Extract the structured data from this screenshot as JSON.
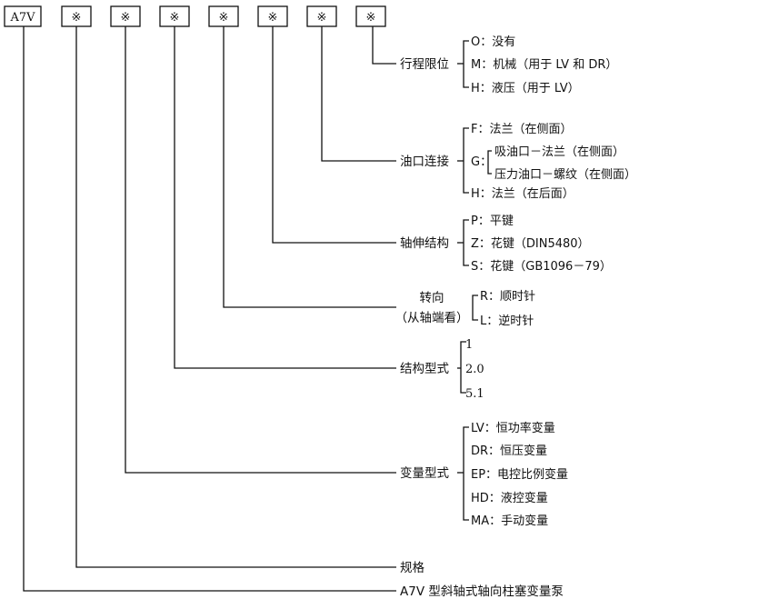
{
  "header": {
    "model_code": "A7V",
    "placeholders": [
      "※",
      "※",
      "※",
      "※",
      "※",
      "※",
      "※"
    ]
  },
  "categories": {
    "stroke_limit": {
      "label": "行程限位",
      "options": [
        "O：没有",
        "M：机械（用于 LV 和 DR）",
        "H：液压（用于 LV）"
      ]
    },
    "oil_port": {
      "label": "油口连接",
      "options": [
        "F：法兰（在侧面）",
        "G：",
        "吸油口－法兰（在侧面）",
        "压力油口－螺纹（在侧面）",
        "H：法兰（在后面）"
      ]
    },
    "shaft_end": {
      "label": "轴伸结构",
      "options": [
        "P：平键",
        "Z：花键（DIN5480）",
        "S：花键（GB1096－79）"
      ]
    },
    "rotation": {
      "label": "转向",
      "sublabel": "（从轴端看）",
      "options": [
        "R：顺时针",
        "L：逆时针"
      ]
    },
    "structure_type": {
      "label": "结构型式",
      "options": [
        "1",
        "2.0",
        "5.1"
      ]
    },
    "variable_type": {
      "label": "变量型式",
      "options": [
        "LV：恒功率变量",
        "DR：恒压变量",
        "EP：电控比例变量",
        "HD：液控变量",
        "MA：手动变量"
      ]
    },
    "size": {
      "label": "规格"
    },
    "pump": {
      "label": "A7V 型斜轴式轴向柱塞变量泵"
    }
  }
}
